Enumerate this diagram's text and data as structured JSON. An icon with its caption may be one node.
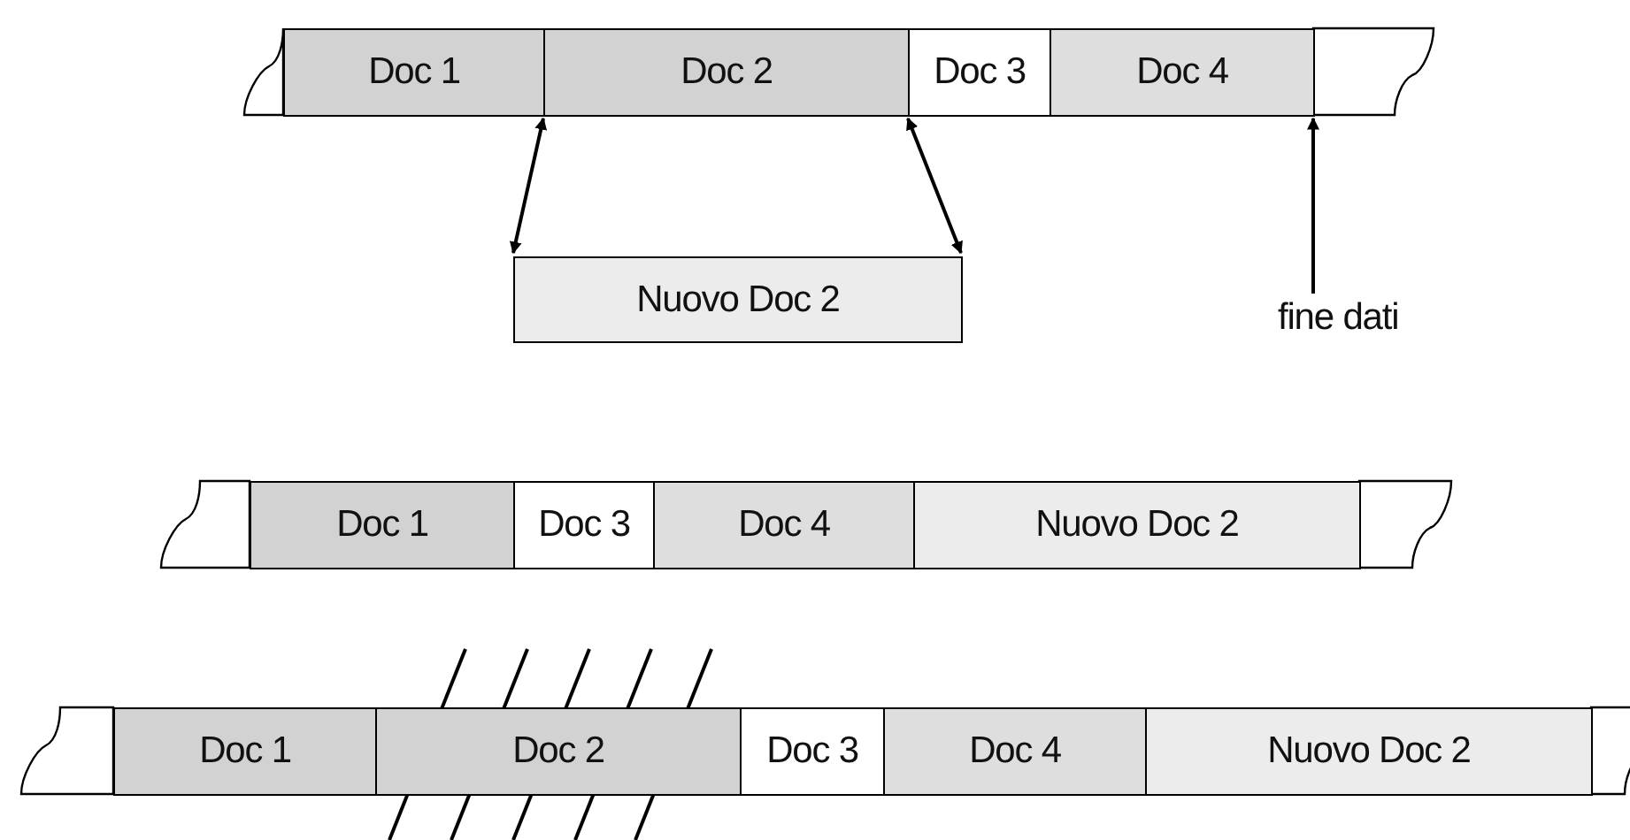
{
  "diagram": {
    "nodes": [
      {
        "text": [
          "Doc 1"
        ]
      },
      {
        "text": [
          "Doc 2"
        ]
      },
      {
        "text": [
          "Doc 3"
        ]
      },
      {
        "text": [
          "Doc 4"
        ]
      },
      {
        "text": [
          "Nuovo Doc 2"
        ]
      },
      {
        "text": [
          "fine dati"
        ]
      },
      {
        "text": [
          "Doc 1"
        ]
      },
      {
        "text": [
          "Doc 3"
        ]
      },
      {
        "text": [
          "Doc 4"
        ]
      },
      {
        "text": [
          "Nuovo Doc 2"
        ]
      },
      {
        "text": [
          "Doc 1"
        ]
      },
      {
        "text": [
          "Doc 2"
        ]
      },
      {
        "text": [
          "Doc 3"
        ]
      },
      {
        "text": [
          "Doc 4"
        ]
      },
      {
        "text": [
          "Nuovo Doc 2"
        ]
      }
    ],
    "edges": [
      {
        "from": 4,
        "to": 1,
        "arrow": "both"
      },
      {
        "from": 4,
        "to": 1,
        "arrow": "both"
      },
      {
        "from": 5,
        "to": 3,
        "arrow": "to"
      }
    ]
  }
}
